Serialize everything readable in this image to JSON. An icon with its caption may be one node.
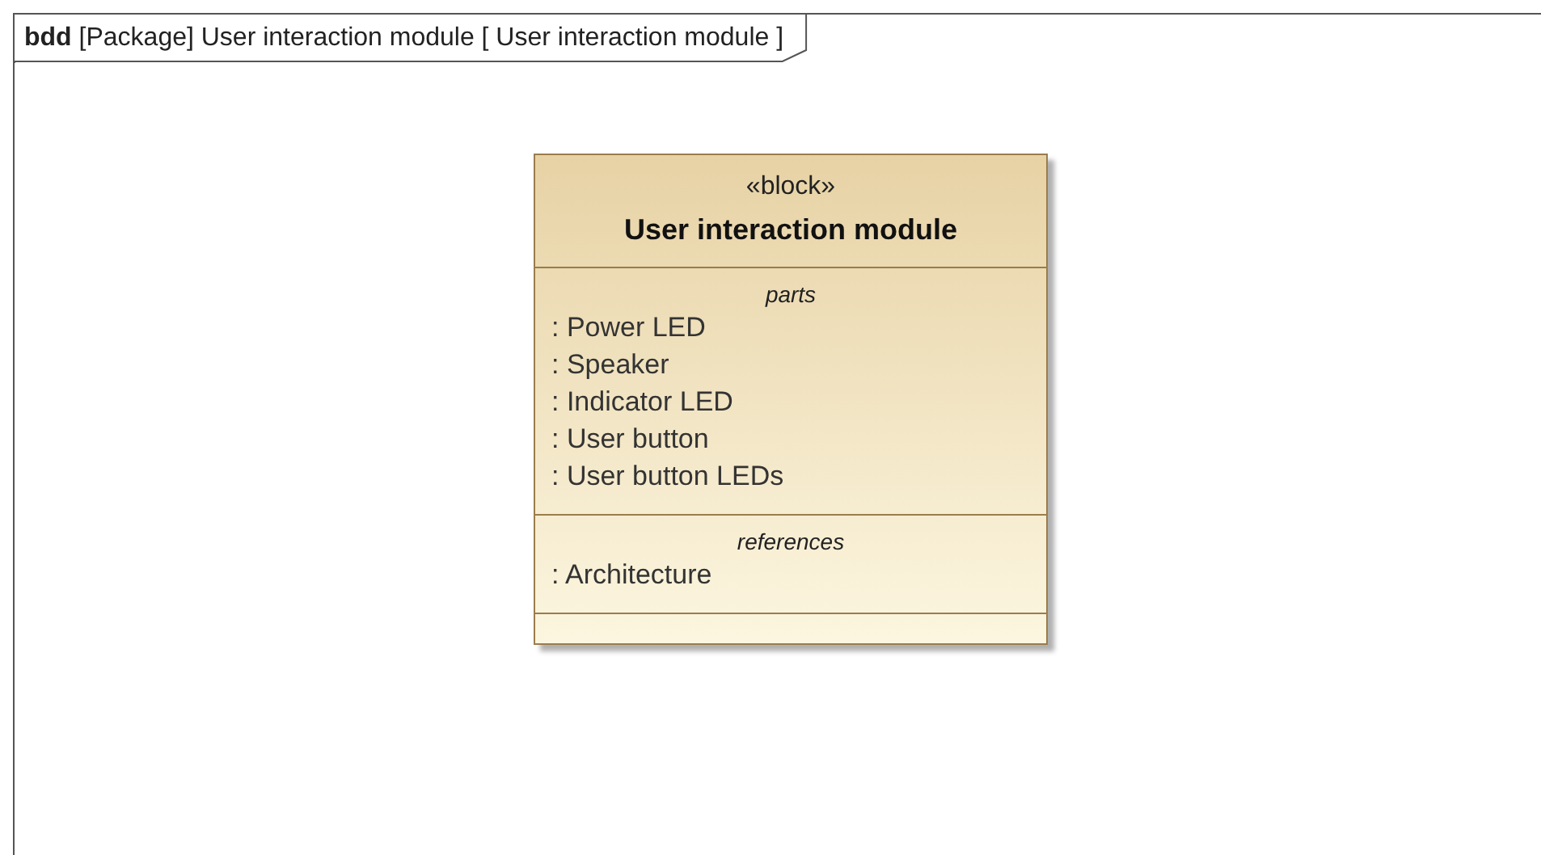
{
  "diagram": {
    "nodes": [
      {
        "text": [
          "**bdd** [Package] User interaction module [ User interaction module ]"
        ]
      },
      {
        "text": [
          "«block»",
          "User interaction module"
        ],
        "in": 0
      },
      {
        "text": [
          "parts",
          ": Power LED",
          ": Speaker",
          ": Indicator LED",
          ": User button",
          ": User button LEDs"
        ],
        "in": 1
      },
      {
        "text": [
          "references",
          ": Architecture"
        ],
        "in": 1
      },
      {
        "text": [],
        "shape": "box",
        "in": 1
      }
    ]
  }
}
